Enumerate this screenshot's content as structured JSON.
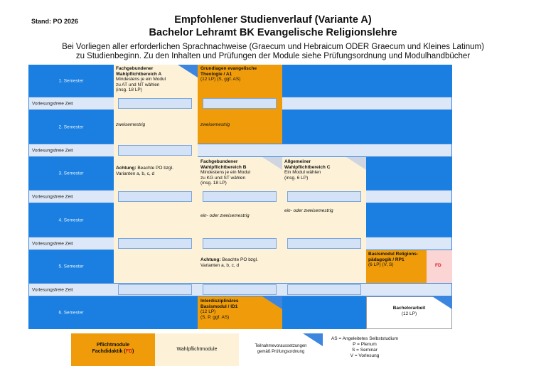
{
  "header": {
    "stand": "Stand: PO 2026",
    "title1": "Empfohlener Studienverlauf (Variante A)",
    "title2": "Bachelor Lehramt BK Evangelische Religionslehre",
    "intro1": "Bei Vorliegen aller erforderlichen Sprachnachweise (Graecum und Hebraicum ODER Graecum und Kleines Latinum)",
    "intro2": "zu Studienbeginn. Zu den Inhalten und Prüfungen der Module siehe Prüfungsordnung und Modulhandbücher"
  },
  "rows": {
    "semesters": [
      "1. Semester",
      "2. Semester",
      "3. Semester",
      "4. Semester",
      "5. Semester",
      "6. Semester"
    ],
    "vfz": [
      "Vorlesungsfreie Zeit",
      "Vorlesungsfreie Zeit",
      "Vorlesungsfreie Zeit",
      "Vorlesungsfreie Zeit",
      "Vorlesungsfreie Zeit"
    ]
  },
  "modules": {
    "wpA": {
      "title1": "Fachgebundener",
      "title2": "Wahlpflichtbereich A",
      "line1": "Mindestens je ein Modul",
      "line2": "zu AT und NT wählen",
      "line3": "(insg. 18 LP)",
      "sem2": "zweisemestrig",
      "note_bold": "Achtung:",
      "note_rest": " Beachte PO bzgl.",
      "note2": "Varianten a, b, c, d"
    },
    "a1": {
      "title1": "Grundlagen evangelische",
      "title2": "Theologie / A1",
      "line1": "(12 LP) (S, ggf. AS)",
      "sem2": "zweisemestrig"
    },
    "wpB": {
      "title1": "Fachgebundener",
      "title2": "Wahlpflichtbereich B",
      "line1": "Mindestens je ein Modul",
      "line2": "zu KG und ST wählen",
      "line3": "(insg. 18 LP)",
      "sem4": "ein- oder zweisemestrig",
      "note_bold": "Achtung:",
      "note_rest": " Beachte PO bzgl.",
      "note2": "Varianten a, b, c, d"
    },
    "wpC": {
      "title1": "Allgemeiner",
      "title2": "Wahlpflichtbereich C",
      "line1": "Ein Modul wählen",
      "line2": "(insg. 6 LP)",
      "sem4": "ein- oder zweisemestrig"
    },
    "rp1": {
      "title1": "Basismodul Religions-",
      "title2": "pädagogik / RP1",
      "line1": "(6 LP) (V, S)",
      "fd": "FD"
    },
    "id1": {
      "title1": "Interdisziplinäres",
      "title2": "Basismodul / ID1",
      "line1": "(12 LP)",
      "line2": "(S, P, ggf. AS)"
    },
    "ba": {
      "title": "Bachelorarbeit",
      "line1": "(12 LP)"
    }
  },
  "legend": {
    "pflicht1": "Pflichtmodule",
    "pflicht2_pre": "Fachdidaktik (",
    "pflicht2_fd": "FD",
    "pflicht2_post": ")",
    "wahl": "Wahlpflichtmodule",
    "teil1": "Teilnahmevoraussetzungen",
    "teil2": "gemäß Prüfungsordnung",
    "abbr": [
      "AS = Angeleitetes Selbststudium",
      "P = Plenum",
      "S = Seminar",
      "V = Vorlesung"
    ]
  },
  "colors": {
    "blue": "#1a7fe0",
    "orange": "#f09c0a",
    "pale": "#fdf2d8",
    "vfz": "#dce8f8",
    "fd_red": "#e01818"
  }
}
